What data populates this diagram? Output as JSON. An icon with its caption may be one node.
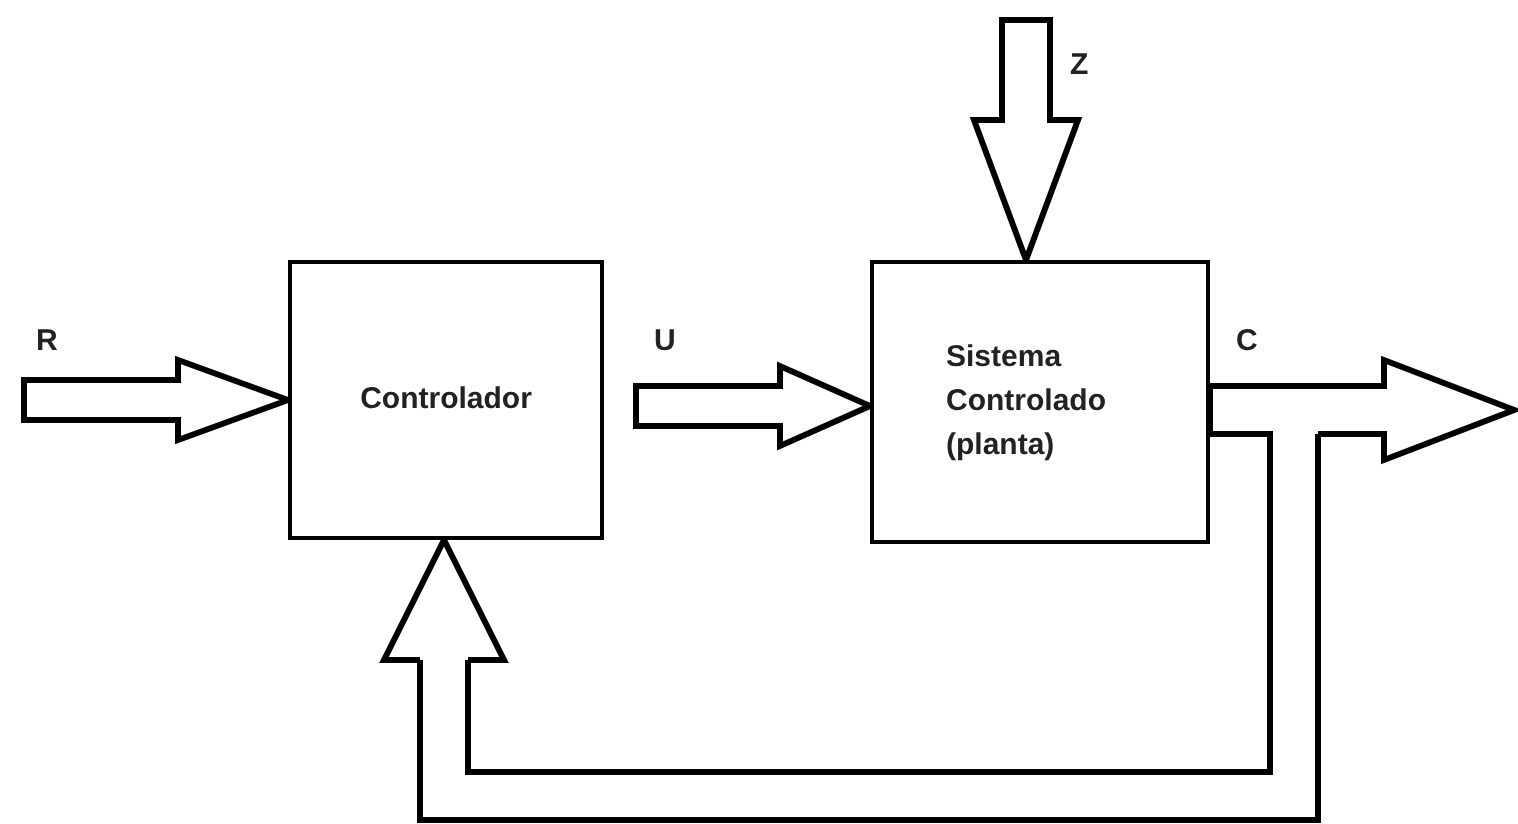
{
  "diagram": {
    "nodes": [
      {
        "text": [
          "Controlador"
        ]
      },
      {
        "text": [
          "Sistema Controlado (planta)"
        ]
      }
    ],
    "edges": [
      {
        "from": null,
        "to": 0,
        "arrow": "to",
        "label": "R"
      },
      {
        "from": 0,
        "to": 1,
        "arrow": "to",
        "label": "U"
      },
      {
        "from": null,
        "to": 1,
        "arrow": "to",
        "label": "Z"
      },
      {
        "from": 1,
        "to": null,
        "arrow": "to",
        "label": "C"
      },
      {
        "from": 1,
        "to": 0,
        "arrow": "to"
      }
    ]
  }
}
